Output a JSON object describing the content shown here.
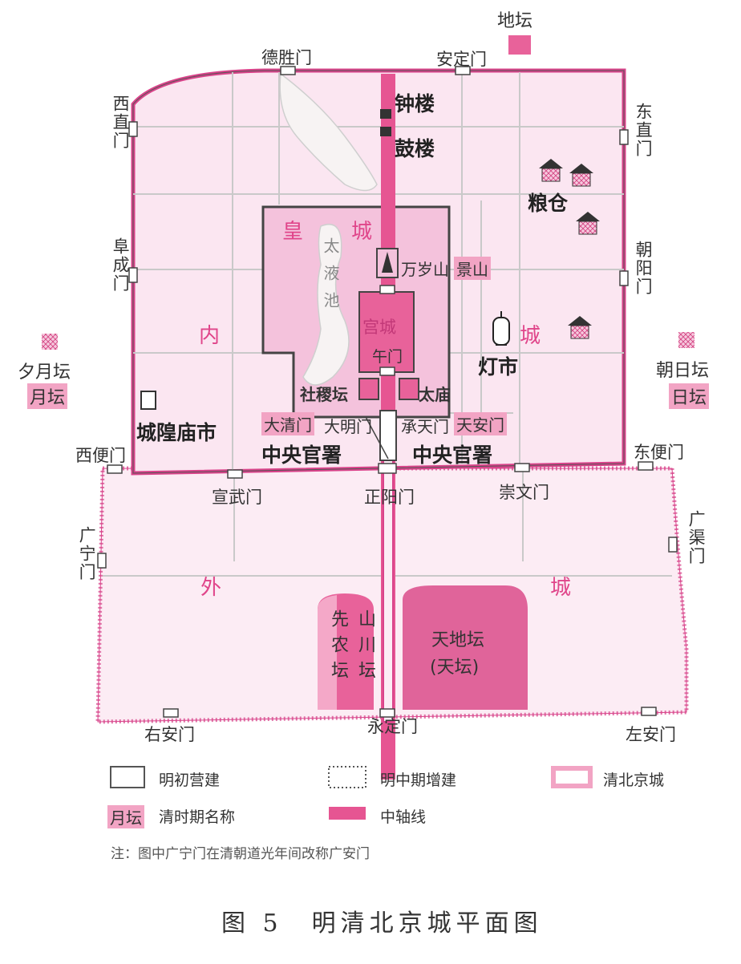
{
  "map": {
    "outer_city": "外",
    "outer_city_2": "城",
    "inner_city": "内",
    "inner_city_2": "城",
    "imperial_city": "皇",
    "imperial_city_2": "城",
    "palace_city": "宫城",
    "lake": "太液池",
    "bell_tower": "钟楼",
    "drum_tower": "鼓楼",
    "granary": "粮仓",
    "lantern_market": "灯市",
    "wansui_shan": "万岁山",
    "jingshan": "景山",
    "wumen": "午门",
    "sheji_tan": "社稷坛",
    "taimiao": "太庙",
    "daqing_men": "大清门",
    "daming_men": "大明门",
    "chengtian_men": "承天门",
    "tianan_men": "天安门",
    "central_offices_left": "中央官署",
    "central_offices_right": "中央官署",
    "chenghuang_market": "城隍庙市",
    "ditan": "地坛",
    "yuetan_ming": "夕月坛",
    "yuetan_qing": "月坛",
    "ritan_ming": "朝日坛",
    "ritan_qing": "日坛",
    "xiannong": "先农坛",
    "shanchuan": "山川坛",
    "tiandi_tan": "天地坛",
    "tiantan": "(天坛)"
  },
  "gates": {
    "desheng": "德胜门",
    "anding": "安定门",
    "xizhi": "西直门",
    "dongzhi": "东直门",
    "fucheng": "阜成门",
    "chaoyang": "朝阳门",
    "xibian": "西便门",
    "dongbian": "东便门",
    "xuanwu": "宣武门",
    "zhengyang": "正阳门",
    "chongwen": "崇文门",
    "guangning": "广宁门",
    "guangqu": "广渠门",
    "youan": "右安门",
    "yongding": "永定门",
    "zuoan": "左安门"
  },
  "legend": {
    "early_ming": "明初营建",
    "mid_ming": "明中期增建",
    "qing_city": "清北京城",
    "qing_name_sample": "月坛",
    "qing_name": "清时期名称",
    "axis": "中轴线"
  },
  "note": "注：图中广宁门在清朝道光年间改称广安门",
  "caption": "图 5　明清北京城平面图",
  "colors": {
    "inner_fill": "#fbe6f1",
    "outer_fill": "#fcecf4",
    "imperial_fill": "#f4c2dc",
    "palace_fill": "#e8629a",
    "axis": "#e65592",
    "wall": "#d9438a",
    "temple": "#d24d8a"
  }
}
